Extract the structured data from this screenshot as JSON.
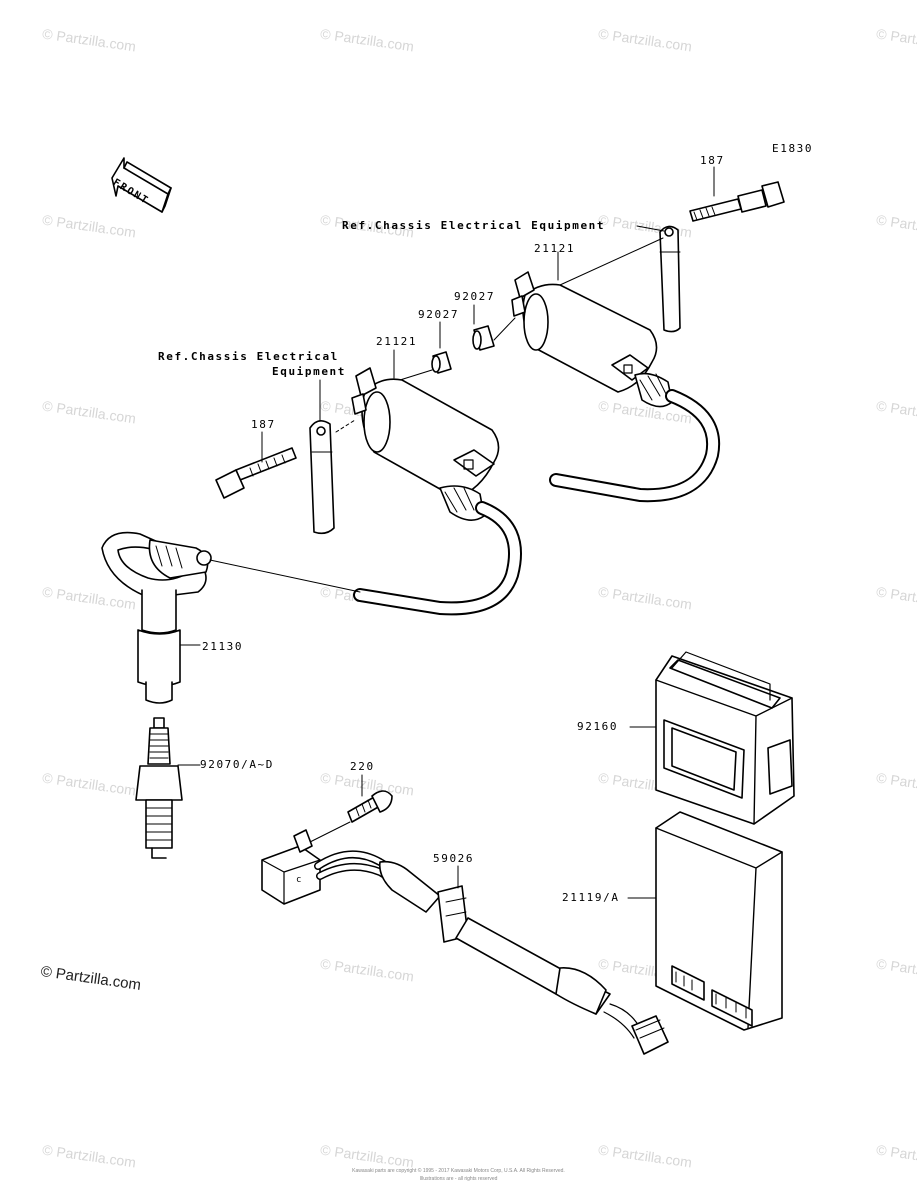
{
  "diagram_code": "E1830",
  "front_label": "FRONT",
  "watermark": "© Partzilla.com",
  "copyright_main": "© Partzilla.com",
  "footer_line1": "Kawasaki parts are copyright © 1995 - 2017 Kawasaki Motors Corp, U.S.A. All Rights Reserved.",
  "footer_line2": "Illustrations are - all rights reserved",
  "labels": {
    "p187_top": "187",
    "ref_right": "Ref.Chassis Electrical Equipment",
    "p21121_right": "21121",
    "p92027_right": "92027",
    "p92027_left": "92027",
    "p21121_left": "21121",
    "ref_left_1": "Ref.Chassis Electrical",
    "ref_left_2": "Equipment",
    "p187_left": "187",
    "p21130": "21130",
    "p92160": "92160",
    "p92070": "92070/A~D",
    "p220": "220",
    "p59026": "59026",
    "p21119": "21119/A",
    "igniter_mark": "c"
  }
}
